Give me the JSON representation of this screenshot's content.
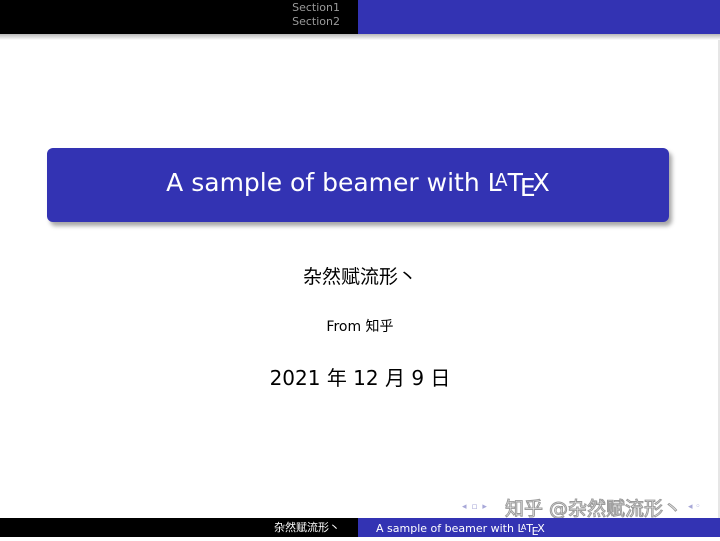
{
  "headline": {
    "sections": [
      "Section1",
      "Section2"
    ]
  },
  "title": {
    "text": "A sample of beamer with ",
    "latex_logo": "LaTeX"
  },
  "author": "杂然赋流形丶",
  "institute": "From 知乎",
  "date": "2021 年 12 月 9 日",
  "navigation": {
    "symbols": "◂ ▫ ▸",
    "tail": "◂ ◦"
  },
  "watermark": "知乎 @杂然赋流形丶",
  "footline": {
    "author": "杂然赋流形丶",
    "title": "A sample of beamer with ",
    "latex_logo": "LaTeX"
  },
  "colors": {
    "beamer_blue": "#3333b3",
    "black": "#000000",
    "section_gray": "#9a9a9a"
  }
}
